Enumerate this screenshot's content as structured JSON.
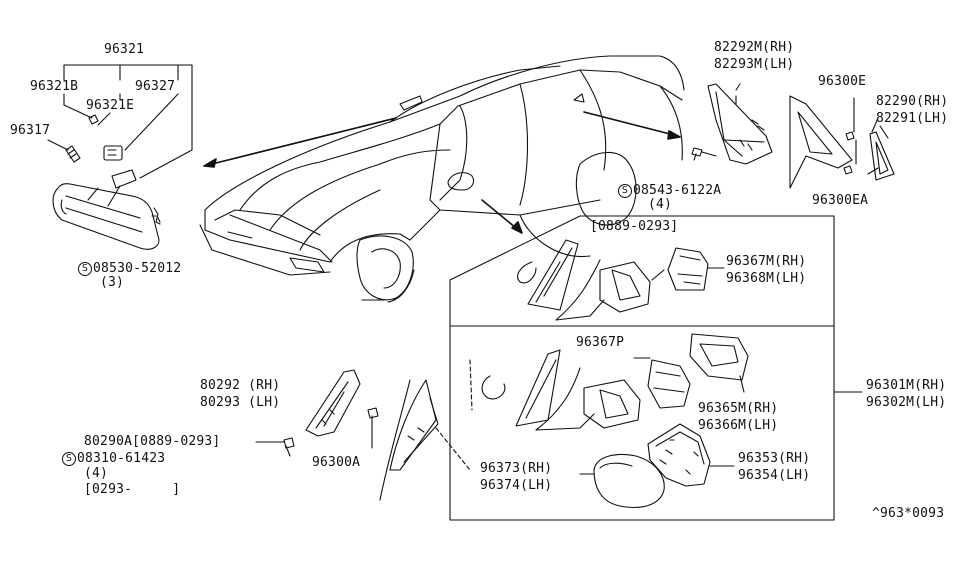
{
  "figure_code": "^963*0093",
  "parts": {
    "p96321": "96321",
    "p96321B": "96321B",
    "p96327": "96327",
    "p96321E": "96321E",
    "p96317": "96317",
    "bolt_symbol": "S",
    "bolt_08530": "08530-52012",
    "qty_3": "(3)",
    "p82292M": "82292M(RH)",
    "p82293M": "82293M(LH)",
    "p96300E": "96300E",
    "p82290": "82290(RH)",
    "p82291": "82291(LH)",
    "bolt_08543": "08543-6122A",
    "qty_4a": "(4)",
    "p96300EA": "96300EA",
    "date_range_box": "[0889-0293]",
    "p96367M": "96367M(RH)",
    "p96368M": "96368M(LH)",
    "p96367P": "96367P",
    "p96365M": "96365M(RH)",
    "p96366M": "96366M(LH)",
    "p96301M": "96301M(RH)",
    "p96302M": "96302M(LH)",
    "p96373": "96373(RH)",
    "p96374": "96374(LH)",
    "p96353": "96353(RH)",
    "p96354": "96354(LH)",
    "p80292": "80292 (RH)",
    "p80293": "80293 (LH)",
    "p80290A": "80290A[0889-0293]",
    "bolt_08310": "08310-61423",
    "qty_4b": "(4)",
    "date_0293": "[0293-     ]",
    "p96300A": "96300A"
  }
}
